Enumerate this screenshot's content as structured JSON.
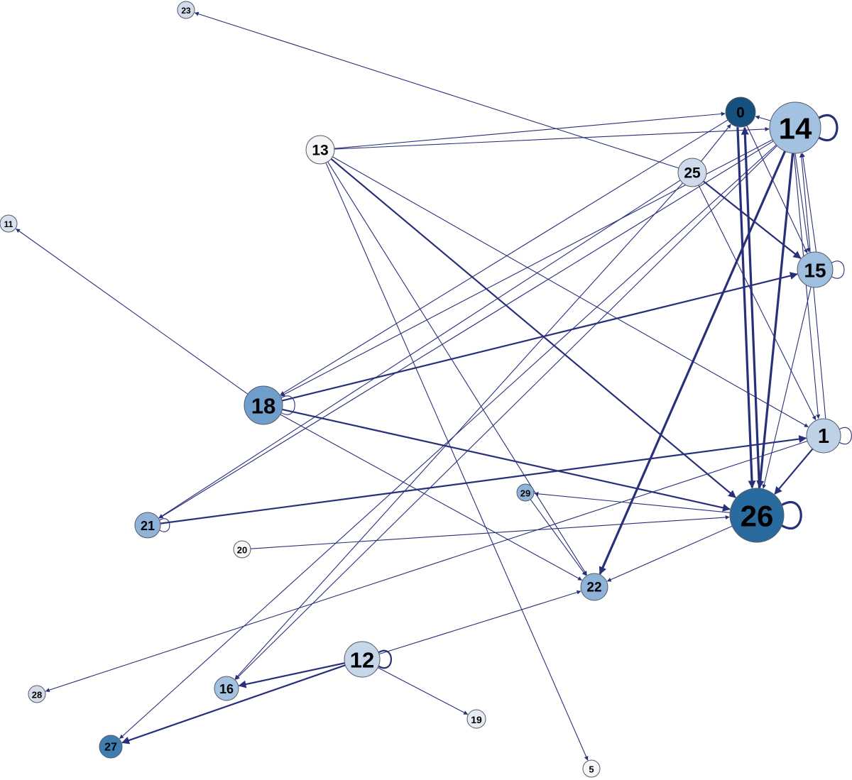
{
  "graph": {
    "edge_color": "#28307a",
    "nodes": [
      {
        "id": "0",
        "label": "0",
        "color": "#16507f"
      },
      {
        "id": "14",
        "label": "14",
        "color": "#a3c2e1"
      },
      {
        "id": "13",
        "label": "13",
        "color": "#f5f5f7"
      },
      {
        "id": "25",
        "label": "25",
        "color": "#cfdbeb"
      },
      {
        "id": "23",
        "label": "23",
        "color": "#d4dcea"
      },
      {
        "id": "11",
        "label": "11",
        "color": "#d9e1ee"
      },
      {
        "id": "15",
        "label": "15",
        "color": "#9fbfde"
      },
      {
        "id": "18",
        "label": "18",
        "color": "#6e9fcc"
      },
      {
        "id": "1",
        "label": "1",
        "color": "#bed2e7"
      },
      {
        "id": "26",
        "label": "26",
        "color": "#2a6b9f"
      },
      {
        "id": "29",
        "label": "29",
        "color": "#8fb2d8"
      },
      {
        "id": "21",
        "label": "21",
        "color": "#8fb2d8"
      },
      {
        "id": "20",
        "label": "20",
        "color": "#f7f7f9"
      },
      {
        "id": "22",
        "label": "22",
        "color": "#8fb2d8"
      },
      {
        "id": "12",
        "label": "12",
        "color": "#c7d7ea"
      },
      {
        "id": "16",
        "label": "16",
        "color": "#a3c2e1"
      },
      {
        "id": "28",
        "label": "28",
        "color": "#d4dcea"
      },
      {
        "id": "19",
        "label": "19",
        "color": "#e6ebf4"
      },
      {
        "id": "27",
        "label": "27",
        "color": "#3f7db0"
      },
      {
        "id": "5",
        "label": "5",
        "color": "#f7f7f9"
      }
    ],
    "edges": [
      {
        "from": "13",
        "to": "0",
        "weight": 1
      },
      {
        "from": "13",
        "to": "14",
        "weight": 1
      },
      {
        "from": "13",
        "to": "26",
        "weight": 2
      },
      {
        "from": "13",
        "to": "1",
        "weight": 1
      },
      {
        "from": "13",
        "to": "22",
        "weight": 1
      },
      {
        "from": "13",
        "to": "5",
        "weight": 1
      },
      {
        "from": "25",
        "to": "0",
        "weight": 1
      },
      {
        "from": "25",
        "to": "15",
        "weight": 2
      },
      {
        "from": "25",
        "to": "23",
        "weight": 1
      },
      {
        "from": "25",
        "to": "16",
        "weight": 1
      },
      {
        "from": "25",
        "to": "21",
        "weight": 1
      },
      {
        "from": "25",
        "to": "1",
        "weight": 1
      },
      {
        "from": "14",
        "to": "0",
        "weight": 1
      },
      {
        "from": "14",
        "to": "26",
        "weight": 3
      },
      {
        "from": "14",
        "to": "22",
        "weight": 3
      },
      {
        "from": "14",
        "to": "15",
        "weight": 1
      },
      {
        "from": "14",
        "to": "1",
        "weight": 1
      },
      {
        "from": "14",
        "to": "18",
        "weight": 1
      },
      {
        "from": "14",
        "to": "21",
        "weight": 1
      },
      {
        "from": "14",
        "to": "16",
        "weight": 1
      },
      {
        "from": "14",
        "to": "27",
        "weight": 1
      },
      {
        "from": "0",
        "to": "26",
        "weight": 3
      },
      {
        "from": "26",
        "to": "0",
        "weight": 3
      },
      {
        "from": "0",
        "to": "15",
        "weight": 1
      },
      {
        "from": "0",
        "to": "18",
        "weight": 1
      },
      {
        "from": "15",
        "to": "14",
        "weight": 1
      },
      {
        "from": "15",
        "to": "26",
        "weight": 1
      },
      {
        "from": "18",
        "to": "15",
        "weight": 2
      },
      {
        "from": "18",
        "to": "26",
        "weight": 2
      },
      {
        "from": "18",
        "to": "11",
        "weight": 1
      },
      {
        "from": "18",
        "to": "22",
        "weight": 1
      },
      {
        "from": "1",
        "to": "26",
        "weight": 2
      },
      {
        "from": "1",
        "to": "14",
        "weight": 1
      },
      {
        "from": "1",
        "to": "28",
        "weight": 1
      },
      {
        "from": "21",
        "to": "1",
        "weight": 2
      },
      {
        "from": "20",
        "to": "26",
        "weight": 1
      },
      {
        "from": "26",
        "to": "29",
        "weight": 1
      },
      {
        "from": "26",
        "to": "22",
        "weight": 1
      },
      {
        "from": "29",
        "to": "22",
        "weight": 1
      },
      {
        "from": "12",
        "to": "22",
        "weight": 1
      },
      {
        "from": "12",
        "to": "16",
        "weight": 2
      },
      {
        "from": "12",
        "to": "27",
        "weight": 2
      },
      {
        "from": "12",
        "to": "19",
        "weight": 1
      }
    ],
    "self_loops": [
      {
        "node": "14",
        "weight": 3
      },
      {
        "node": "15",
        "weight": 1
      },
      {
        "node": "18",
        "weight": 1
      },
      {
        "node": "1",
        "weight": 1
      },
      {
        "node": "26",
        "weight": 3
      },
      {
        "node": "21",
        "weight": 1
      },
      {
        "node": "12",
        "weight": 2
      }
    ]
  }
}
